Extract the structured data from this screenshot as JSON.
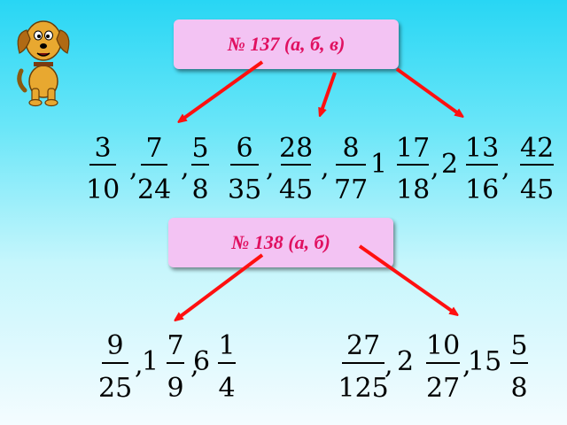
{
  "boxes": {
    "first": "№ 137 (а, б, в)",
    "second": "№ 138 (а, б)"
  },
  "row1": [
    {
      "n": "3",
      "d": "10"
    },
    {
      "n": "7",
      "d": "24"
    },
    {
      "n": "5",
      "d": "8"
    },
    {
      "n": "6",
      "d": "35"
    },
    {
      "n": "28",
      "d": "45"
    },
    {
      "n": "8",
      "d": "77"
    },
    {
      "w": "1",
      "n": "17",
      "d": "18"
    },
    {
      "w": "2",
      "n": "13",
      "d": "16"
    },
    {
      "n": "42",
      "d": "45"
    }
  ],
  "row2": [
    {
      "n": "9",
      "d": "25"
    },
    {
      "w": "1",
      "n": "7",
      "d": "9"
    },
    {
      "w": "6",
      "n": "1",
      "d": "4"
    },
    {
      "n": "27",
      "d": "125"
    },
    {
      "w": "2",
      "n": "10",
      "d": "27"
    },
    {
      "w": "15",
      "n": "5",
      "d": "8"
    }
  ],
  "comma": ",",
  "colors": {
    "box_bg": "#f3c3f3",
    "box_text": "#e01060",
    "arrow": "#ff1010"
  },
  "icons": [
    "dog-icon"
  ]
}
